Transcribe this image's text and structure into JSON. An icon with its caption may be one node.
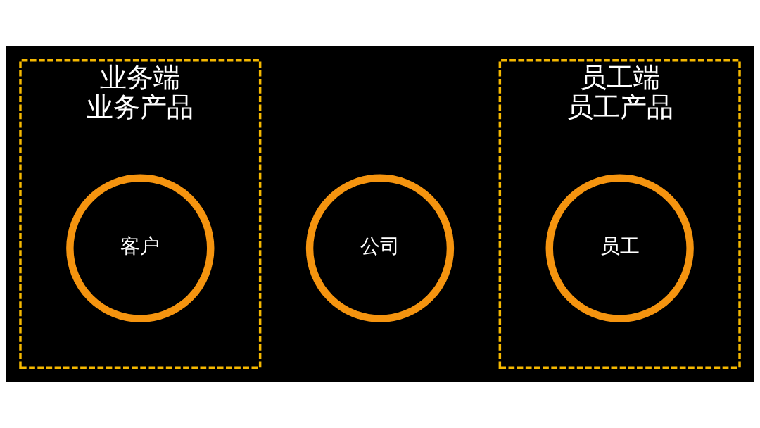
{
  "diagram": {
    "nodes": [
      {
        "text": [
          "业务端",
          "业务产品"
        ]
      },
      {
        "text": [
          "客户"
        ],
        "in": 0
      },
      {
        "text": [
          "公司"
        ]
      },
      {
        "text": [
          "员工端",
          "员工产品"
        ]
      },
      {
        "text": [
          "员工"
        ],
        "in": 3
      }
    ]
  }
}
